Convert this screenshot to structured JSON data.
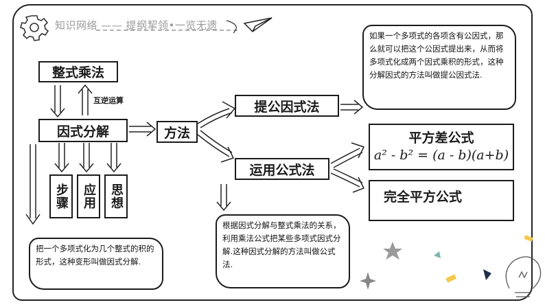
{
  "header": {
    "title": "知识网络 —— 提纲挈领•一览无遗"
  },
  "nodes": {
    "multiplication": "整式乘法",
    "factorization": "因式分解",
    "inverse_label": "互逆运算",
    "method": "方法",
    "common_factor": "提公因式法",
    "formula_method": "运用公式法",
    "difference_of_squares": "平方差公式",
    "difference_of_squares_formula": "a² - b² = (a - b)(a+b)",
    "perfect_square": "完全平方公式",
    "steps": "步骤",
    "application": "应用",
    "thinking": "思想"
  },
  "notes": {
    "common_factor_note": "如果一个多项式的各项含有公因式，那么就可以把这个公因式提出来，从而将多项式化成两个因式乘积的形式，这种分解因式的方法叫做提公因式法.",
    "formula_note": "根据因式分解与整式乘法的关系，利用乘法公式把某些多项式因式分解.这种因式分解的方法叫做公式法.",
    "definition_note": "把一个多项式化为几个整式的积的形式，这种变形叫做因式分解."
  }
}
